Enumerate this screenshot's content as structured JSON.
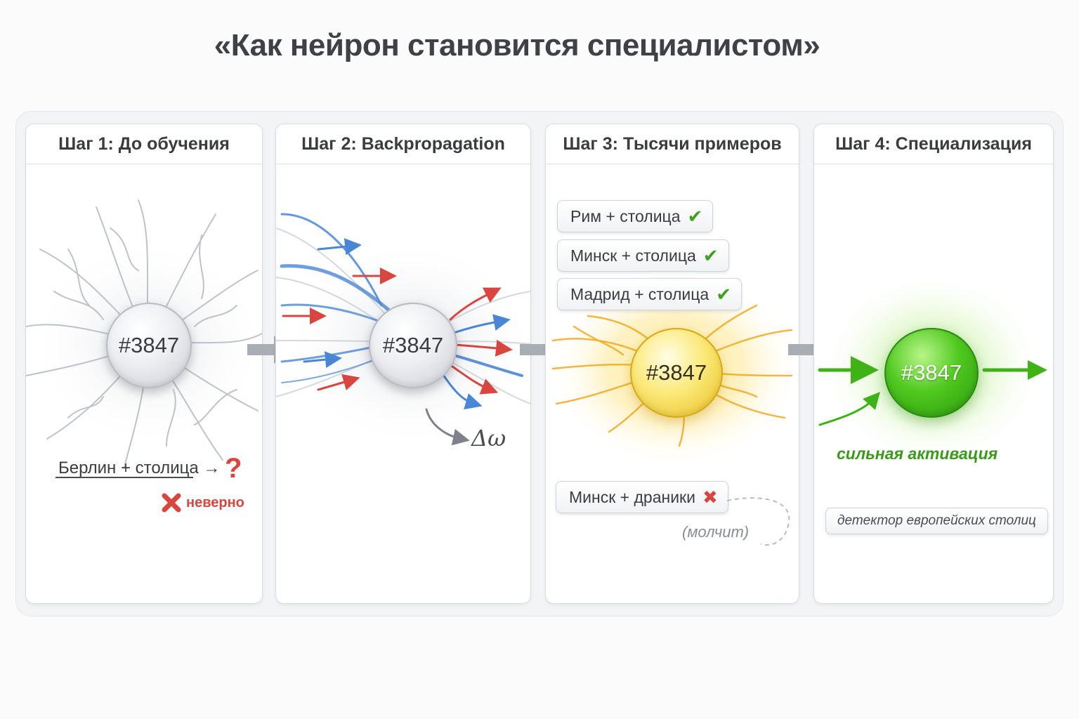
{
  "title": "«Как нейрон становится специалистом»",
  "neuron_id": "#3847",
  "steps": [
    {
      "header": "Шаг 1: До обучения"
    },
    {
      "header": "Шаг 2: Backpropagation"
    },
    {
      "header": "Шаг 3: Тысячи примеров"
    },
    {
      "header": "Шаг 4: Специализация"
    }
  ],
  "step1": {
    "query": "Берлин + столица →",
    "question_mark": "?",
    "wrong_icon": "cross-icon",
    "verdict": "неверно"
  },
  "step2": {
    "delta_label": "Δω"
  },
  "step3": {
    "examples": [
      {
        "text": "Рим + столица",
        "mark": "✔"
      },
      {
        "text": "Минск + столица",
        "mark": "✔"
      },
      {
        "text": "Мадрид + столица",
        "mark": "✔"
      }
    ],
    "negative": {
      "text": "Минск + драники",
      "mark": "✖"
    },
    "silent_label": "(молчит)"
  },
  "step4": {
    "activation_label": "сильная активация",
    "role_label": "детектор европейских столиц"
  },
  "colors": {
    "gradient_up": "#4a86d6",
    "gradient_down": "#d9453f",
    "active_yellow": "#f4c21b",
    "active_green": "#3fb315",
    "flow_arrow": "#a9adb4"
  }
}
